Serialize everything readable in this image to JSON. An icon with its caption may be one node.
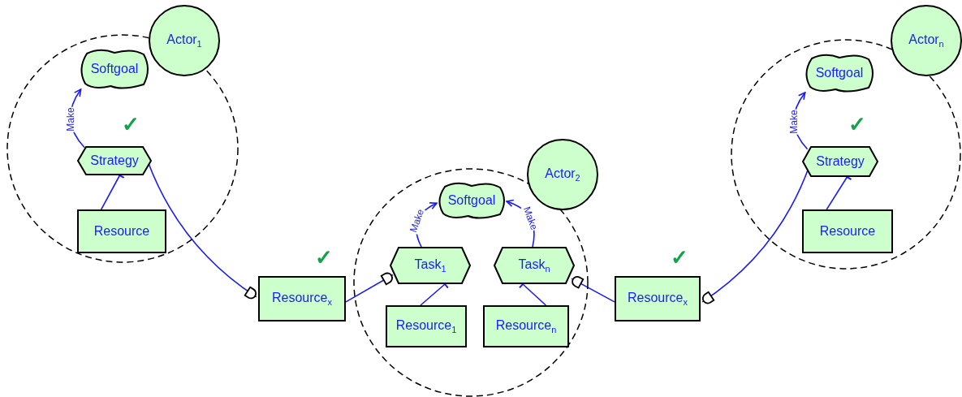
{
  "diagram": {
    "nodes": [
      {
        "text": [],
        "shape": "circle"
      },
      {
        "text": [
          "Actor$_{1}$"
        ]
      },
      {
        "text": [
          "Softgoal"
        ],
        "in": 0
      },
      {
        "text": [
          "Strategy"
        ],
        "in": 0
      },
      {
        "text": [
          "Resource"
        ],
        "in": 0
      },
      {
        "text": [
          "Resource$_{x}$"
        ]
      },
      {
        "text": [],
        "shape": "circle"
      },
      {
        "text": [
          "Actor$_{2}$"
        ]
      },
      {
        "text": [
          "Softgoal"
        ],
        "in": 6
      },
      {
        "text": [
          "Task$_{1}$"
        ],
        "in": 6
      },
      {
        "text": [
          "Task$_{n}$"
        ],
        "in": 6
      },
      {
        "text": [
          "Resource$_{1}$"
        ],
        "in": 6
      },
      {
        "text": [
          "Resource$_{n}$"
        ],
        "in": 6
      },
      {
        "text": [
          "Resource$_{x}$"
        ]
      },
      {
        "text": [],
        "shape": "circle"
      },
      {
        "text": [
          "Actor$_{n}$"
        ]
      },
      {
        "text": [
          "Softgoal"
        ],
        "in": 14
      },
      {
        "text": [
          "Strategy"
        ],
        "in": 14
      },
      {
        "text": [
          "Resource"
        ],
        "in": 14
      }
    ],
    "edges": [
      {
        "from": 3,
        "to": 2,
        "arrow": "to",
        "label": "Make"
      },
      {
        "from": 4,
        "to": 3,
        "arrow": "other"
      },
      {
        "from": 3,
        "to": 5,
        "arrow": "to"
      },
      {
        "from": 5,
        "to": 9,
        "arrow": "to"
      },
      {
        "from": 9,
        "to": 8,
        "arrow": "to",
        "label": "Make"
      },
      {
        "from": 10,
        "to": 8,
        "arrow": "to",
        "label": "Make"
      },
      {
        "from": 11,
        "to": 9,
        "arrow": "other"
      },
      {
        "from": 12,
        "to": 10,
        "arrow": "other"
      },
      {
        "from": 17,
        "to": 13,
        "arrow": "to"
      },
      {
        "from": 13,
        "to": 10,
        "arrow": "to"
      },
      {
        "from": 17,
        "to": 16,
        "arrow": "to",
        "label": "Make"
      },
      {
        "from": 18,
        "to": 17,
        "arrow": "other"
      }
    ],
    "labels": [
      "✓",
      "✓",
      "✓",
      "✓"
    ]
  }
}
